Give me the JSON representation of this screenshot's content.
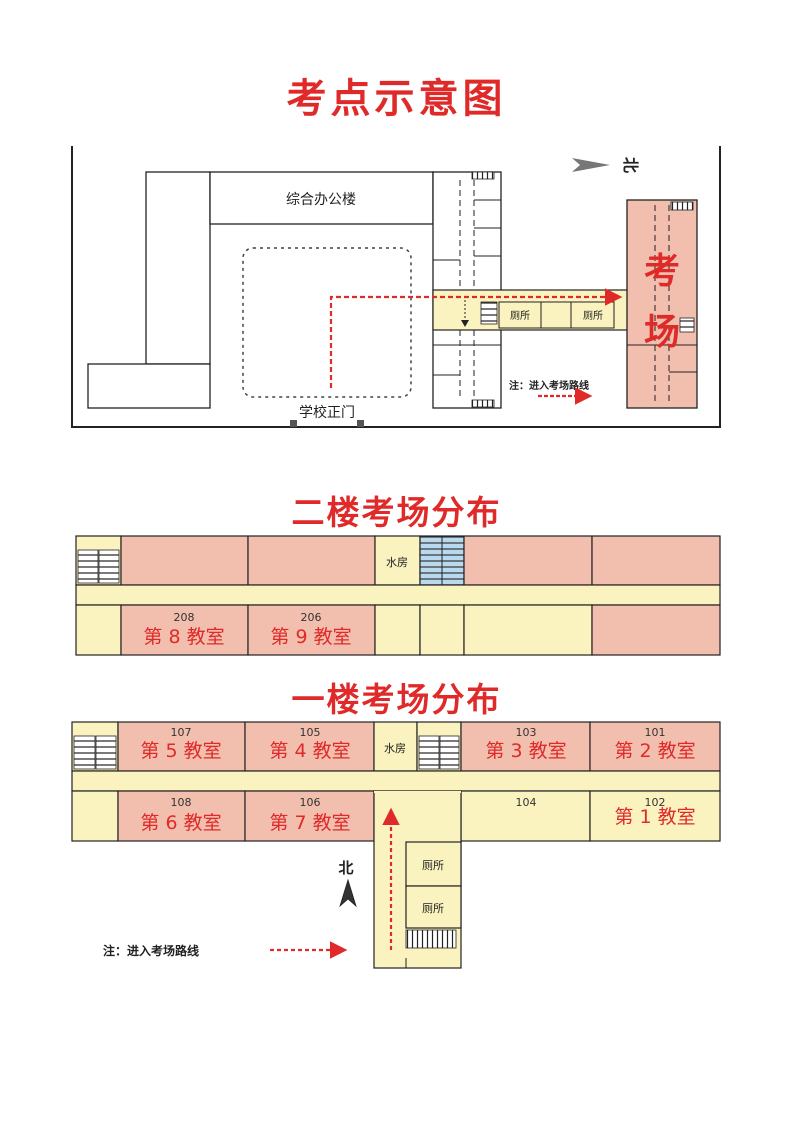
{
  "titles": {
    "main": "考点示意图",
    "floor2": "二楼考场分布",
    "floor1": "一楼考场分布"
  },
  "site_map": {
    "office_building": "综合办公楼",
    "school_gate": "学校正门",
    "north": "北",
    "exam_building_char1": "考",
    "exam_building_char2": "场",
    "restroom_1": "厕所",
    "restroom_2": "厕所",
    "route_note": "注：进入考场路线"
  },
  "floor2": {
    "water_room": "水房",
    "rooms": [
      {
        "number": "208",
        "label": "第 8 教室"
      },
      {
        "number": "206",
        "label": "第 9 教室"
      }
    ]
  },
  "floor1": {
    "water_room": "水房",
    "top_rooms": [
      {
        "number": "107",
        "label": "第 5 教室"
      },
      {
        "number": "105",
        "label": "第 4 教室"
      },
      {
        "number": "103",
        "label": "第 3 教室"
      },
      {
        "number": "101",
        "label": "第 2 教室"
      }
    ],
    "bottom_rooms": [
      {
        "number": "108",
        "label": "第 6 教室"
      },
      {
        "number": "106",
        "label": "第 7 教室"
      },
      {
        "number": "104",
        "label": ""
      },
      {
        "number": "102",
        "label": "第 1 教室"
      }
    ],
    "restroom_1": "厕所",
    "restroom_2": "厕所",
    "north": "北",
    "route_note": "注：进入考场路线"
  },
  "colors": {
    "title_red": "#e02a2a",
    "exam_room_pink": "#f2bfae",
    "corridor_yellow": "#fbf3bf",
    "water_blue": "#b9d9ee",
    "route_red": "#e02a2a"
  }
}
